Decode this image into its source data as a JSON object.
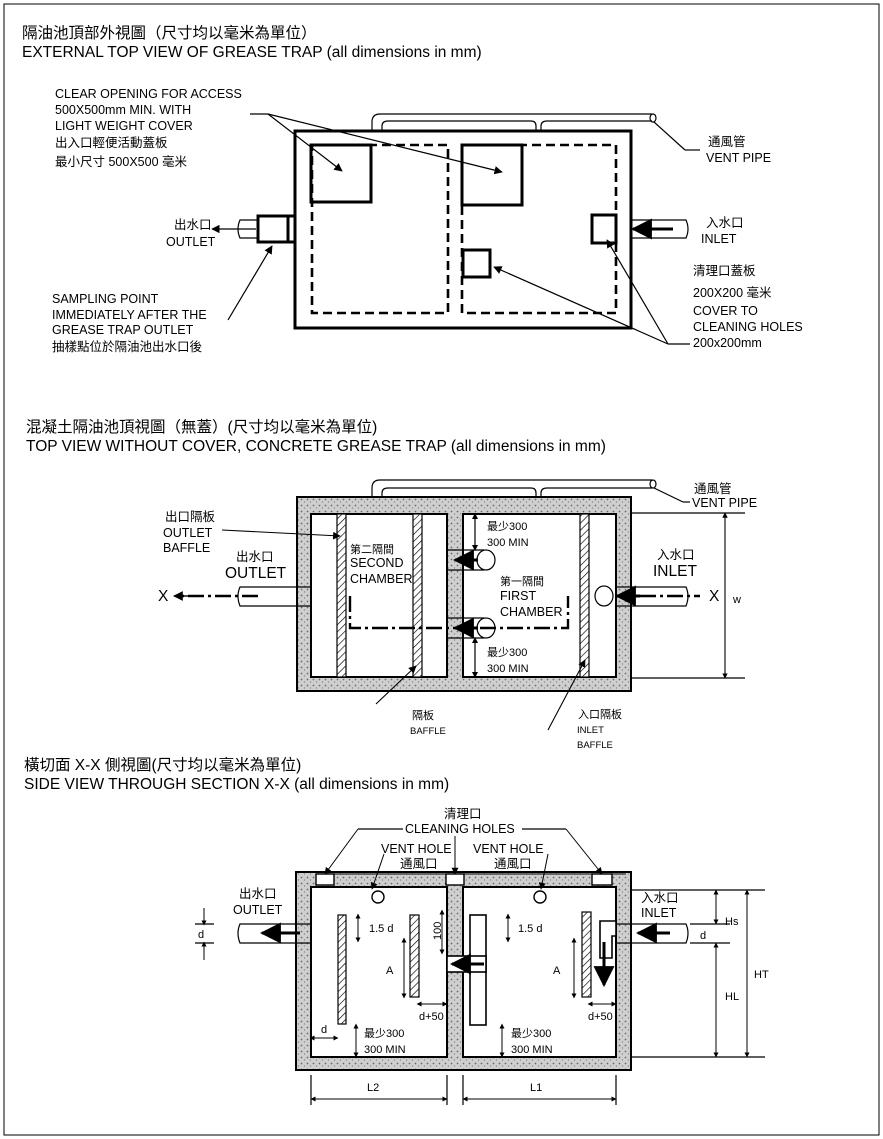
{
  "section1": {
    "title_zh": "隔油池頂部外視圖（尺寸均以毫米為單位）",
    "title_en": "EXTERNAL TOP VIEW OF GREASE TRAP (all dimensions in mm)",
    "access_en1": "CLEAR OPENING FOR ACCESS",
    "access_en2": "500X500mm MIN. WITH",
    "access_en3": "LIGHT WEIGHT COVER",
    "access_zh1": "出入口輕便活動蓋板",
    "access_zh2": "最小尺寸  500X500  毫米",
    "vent_zh": "通風管",
    "vent_en": "VENT PIPE",
    "outlet_zh": "出水口",
    "outlet_en": "OUTLET",
    "inlet_zh": "入水口",
    "inlet_en": "INLET",
    "cover_zh1": "清理口蓋板",
    "cover_zh2": "200X200  毫米",
    "cover_en1": "COVER TO",
    "cover_en2": "CLEANING HOLES",
    "cover_en3": "200x200mm",
    "sampling_en1": "SAMPLING POINT",
    "sampling_en2": "IMMEDIATELY AFTER THE",
    "sampling_en3": "GREASE TRAP OUTLET",
    "sampling_zh": "抽樣點位於隔油池出水口後"
  },
  "section2": {
    "title_zh": "混凝土隔油池頂視圖（無蓋）(尺寸均以毫米為單位)",
    "title_en": "TOP VIEW WITHOUT COVER, CONCRETE GREASE TRAP (all dimensions in mm)",
    "vent_zh": "通風管",
    "vent_en": "VENT PIPE",
    "outlet_baffle_zh": "出口隔板",
    "outlet_baffle_en1": "OUTLET",
    "outlet_baffle_en2": "BAFFLE",
    "outlet_zh": "出水口",
    "outlet_en": "OUTLET",
    "inlet_zh": "入水口",
    "inlet_en": "INLET",
    "second_zh": "第二隔間",
    "second_en1": "SECOND",
    "second_en2": "CHAMBER",
    "first_zh": "第一隔間",
    "first_en1": "FIRST",
    "first_en2": "CHAMBER",
    "min_zh": "最少300",
    "min_en": "300 MIN",
    "x": "X",
    "w": "w",
    "baffle_zh": "隔板",
    "baffle_en": "BAFFLE",
    "inlet_baffle_zh": "入口隔板",
    "inlet_baffle_en1": "INLET",
    "inlet_baffle_en2": "BAFFLE"
  },
  "section3": {
    "title_zh": "橫切面  X-X  側視圖(尺寸均以毫米為單位)",
    "title_en": "SIDE VIEW THROUGH SECTION X-X (all dimensions in mm)",
    "cleaning_zh": "清理口",
    "cleaning_en": "CLEANING HOLES",
    "vent_hole_en": "VENT HOLE",
    "vent_hole_zh": "通風口",
    "outlet_zh": "出水口",
    "outlet_en": "OUTLET",
    "inlet_zh": "入水口",
    "inlet_en": "INLET",
    "d": "d",
    "d15": "1.5 d",
    "a": "A",
    "h100": "100",
    "d50": "d+50",
    "min_zh": "最少300",
    "min_en": "300 MIN",
    "hs": "Hs",
    "ht": "HT",
    "hl": "HL",
    "l2": "L2",
    "l1": "L1"
  }
}
